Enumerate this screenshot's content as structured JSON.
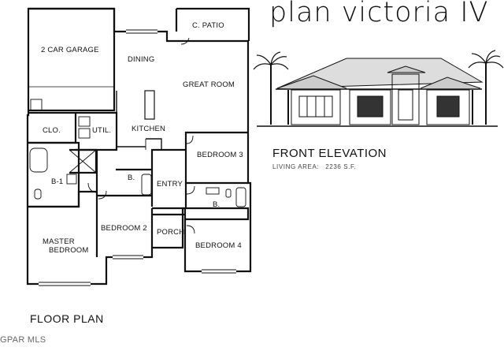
{
  "plan_title": "plan victoria IV",
  "elevation": {
    "label": "FRONT ELEVATION",
    "living_area_label": "LIVING AREA:",
    "living_area_value": "2236 S.F."
  },
  "floor_plan_label": "FLOOR PLAN",
  "rooms": {
    "garage": "2 CAR GARAGE",
    "patio": "C. PATIO",
    "dining": "DINING",
    "great_room": "GREAT ROOM",
    "kitchen": "KITCHEN",
    "closet": "CLO.",
    "utility": "UTIL.",
    "bath1": "B-1",
    "bath_small": "B.",
    "entry": "ENTRY",
    "bedroom2": "BEDROOM 2",
    "bedroom3": "BEDROOM 3",
    "bedroom4": "BEDROOM 4",
    "bath_right": "B.",
    "porch": "PORCH",
    "master_line1": "MASTER",
    "master_line2": "BEDROOM"
  },
  "watermark": "GPAR MLS"
}
